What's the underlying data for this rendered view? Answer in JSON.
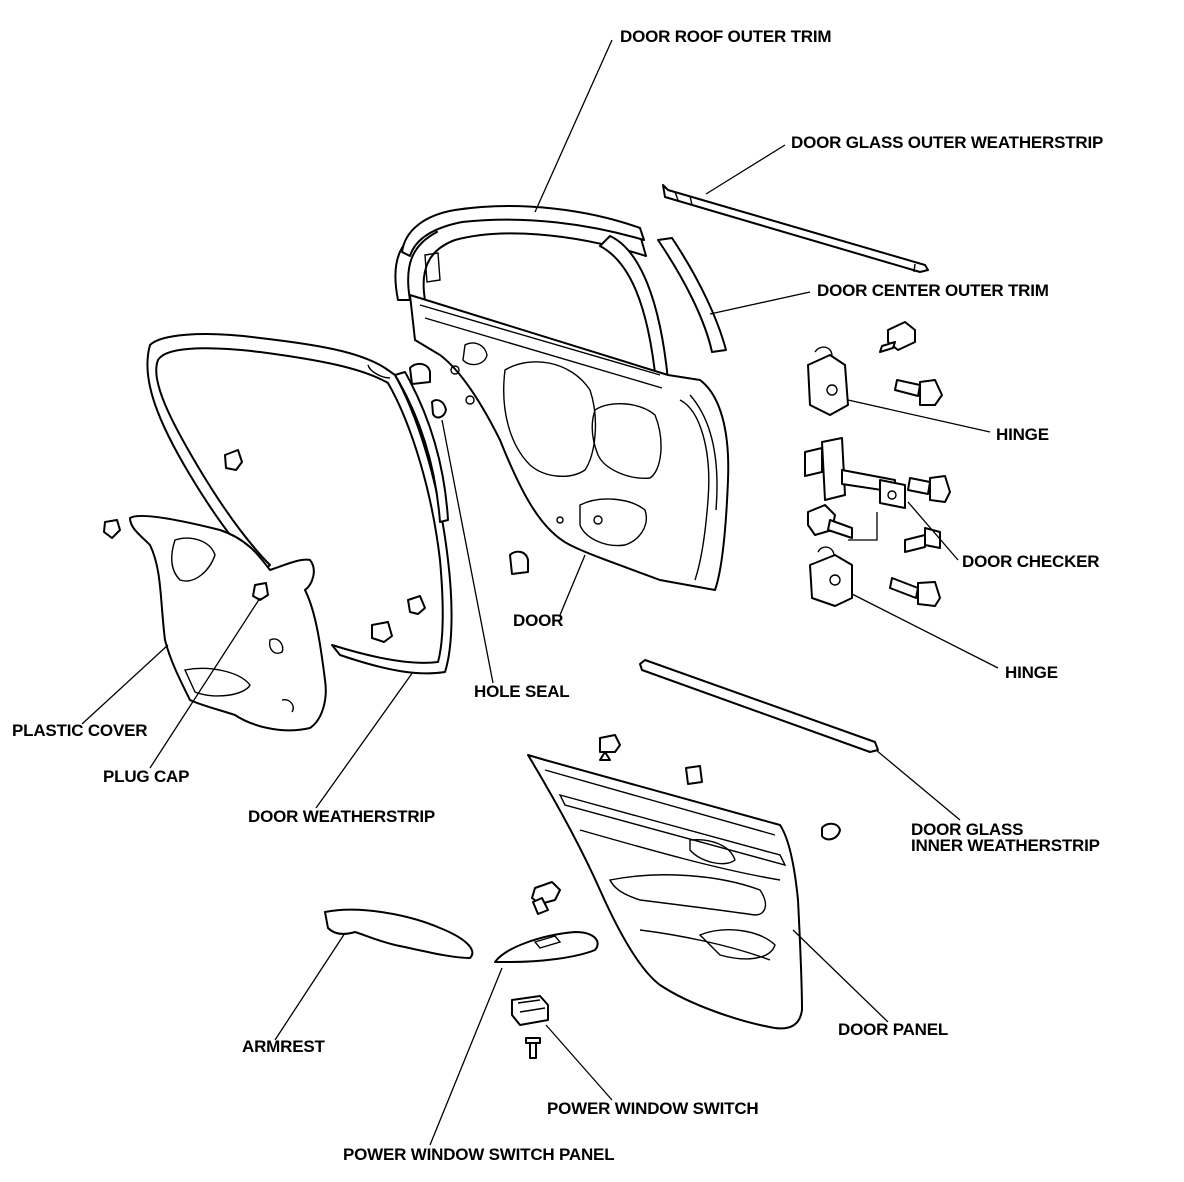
{
  "labels": {
    "door_roof_outer_trim": "DOOR ROOF OUTER TRIM",
    "door_glass_outer_weatherstrip": "DOOR GLASS OUTER WEATHERSTRIP",
    "door_center_outer_trim": "DOOR CENTER OUTER TRIM",
    "hinge_upper": "HINGE",
    "door_checker": "DOOR CHECKER",
    "hinge_lower": "HINGE",
    "door": "DOOR",
    "hole_seal": "HOLE SEAL",
    "plastic_cover": "PLASTIC COVER",
    "plug_cap": "PLUG CAP",
    "door_weatherstrip": "DOOR WEATHERSTRIP",
    "door_glass_inner_weatherstrip_line1": "DOOR GLASS",
    "door_glass_inner_weatherstrip_line2": "INNER WEATHERSTRIP",
    "door_panel": "DOOR PANEL",
    "armrest": "ARMREST",
    "power_window_switch": "POWER WINDOW SWITCH",
    "power_window_switch_panel": "POWER WINDOW SWITCH PANEL"
  },
  "colors": {
    "line": "#000000",
    "background": "#ffffff"
  }
}
